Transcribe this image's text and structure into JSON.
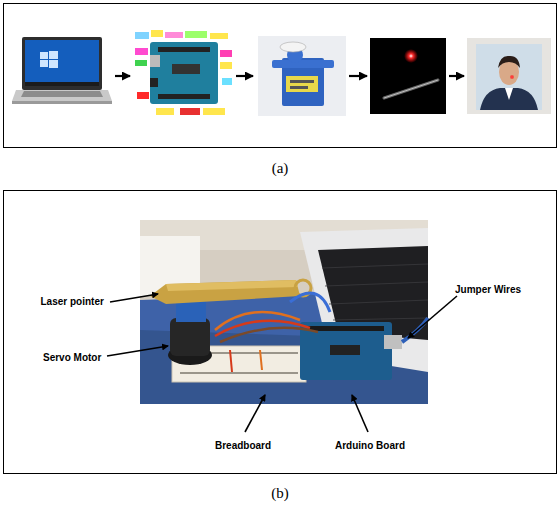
{
  "diagram": {
    "nodes": [
      {
        "text": [
          "(a)"
        ]
      },
      {
        "text": [
          "(b)"
        ]
      }
    ],
    "labels": [
      "Laser pointer",
      "Servo Motor",
      "Breadboard",
      "Arduino Board",
      "Jumper Wires"
    ]
  }
}
